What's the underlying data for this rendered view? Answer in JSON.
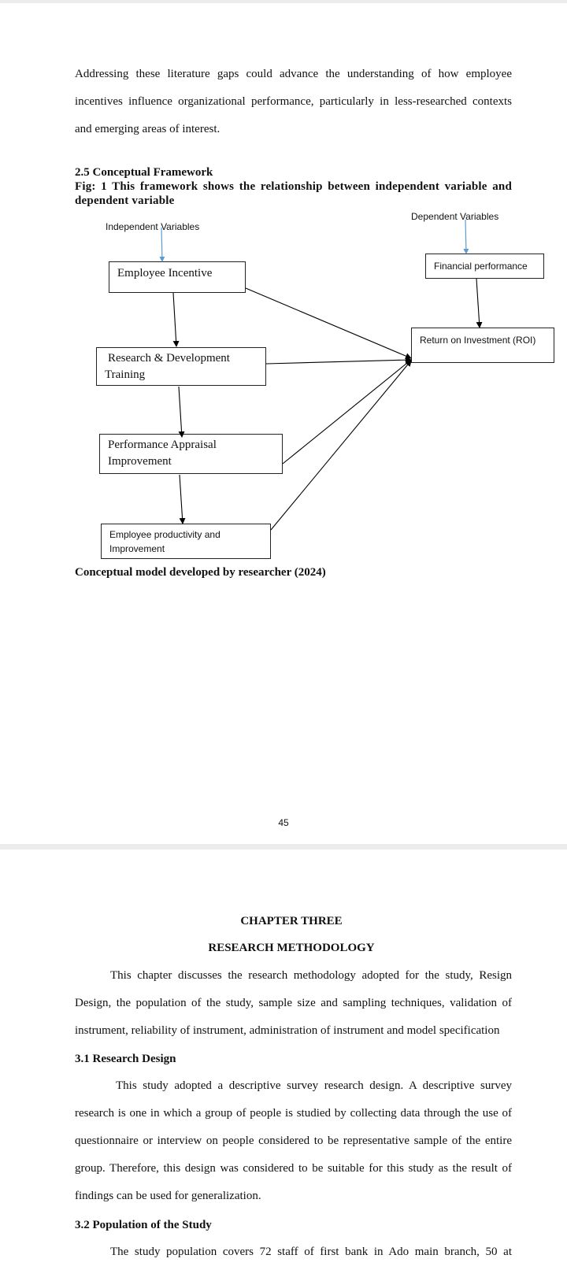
{
  "page1": {
    "intro_paragraph": "Addressing these literature gaps could advance the understanding of how employee incentives influence organizational performance, particularly in less-researched contexts and emerging areas of interest.",
    "section_heading": "2.5 Conceptual Framework",
    "figure_caption": "Fig: 1 This framework shows the relationship between independent variable and dependent variable",
    "diagram": {
      "independent_label": "Independent Variables",
      "dependent_label": "Dependent Variables",
      "boxes": {
        "employee_incentive": "Employee Incentive",
        "research_development_line1": "Research & Development",
        "research_development_line2": "Training",
        "performance_appraisal_line1": "Performance Appraisal",
        "performance_appraisal_line2": "Improvement",
        "employee_productivity_line1": "Employee productivity and",
        "employee_productivity_line2": "Improvement",
        "financial_performance": "Financial performance",
        "roi": "Return on Investment (ROI)"
      }
    },
    "model_source": "Conceptual model developed by researcher (2024)",
    "page_number": "45"
  },
  "page2": {
    "chapter_title": "CHAPTER THREE",
    "chapter_subtitle": "RESEARCH METHODOLOGY",
    "chapter_intro": "This chapter discusses the research methodology adopted for the study, Resign Design, the population of the study, sample size and sampling techniques, validation of instrument, reliability of instrument, administration of instrument and model specification",
    "section_3_1_heading": "3.1 Research   Design",
    "section_3_1_text": "This study adopted a descriptive survey research design. A descriptive survey research is one in which a group of people is studied by collecting data through the use of questionnaire or interview on people considered to be representative sample of the entire group. Therefore, this design was considered to be suitable for this study as the result of findings can be used for generalization.",
    "section_3_2_heading": "3.2 Population of the Study",
    "section_3_2_text": "The study population covers 72 staff of first bank in Ado main branch, 50 at"
  },
  "colors": {
    "label_arrow": "#5b9bd5",
    "arrow": "#000000",
    "page_separator": "#ececec"
  }
}
